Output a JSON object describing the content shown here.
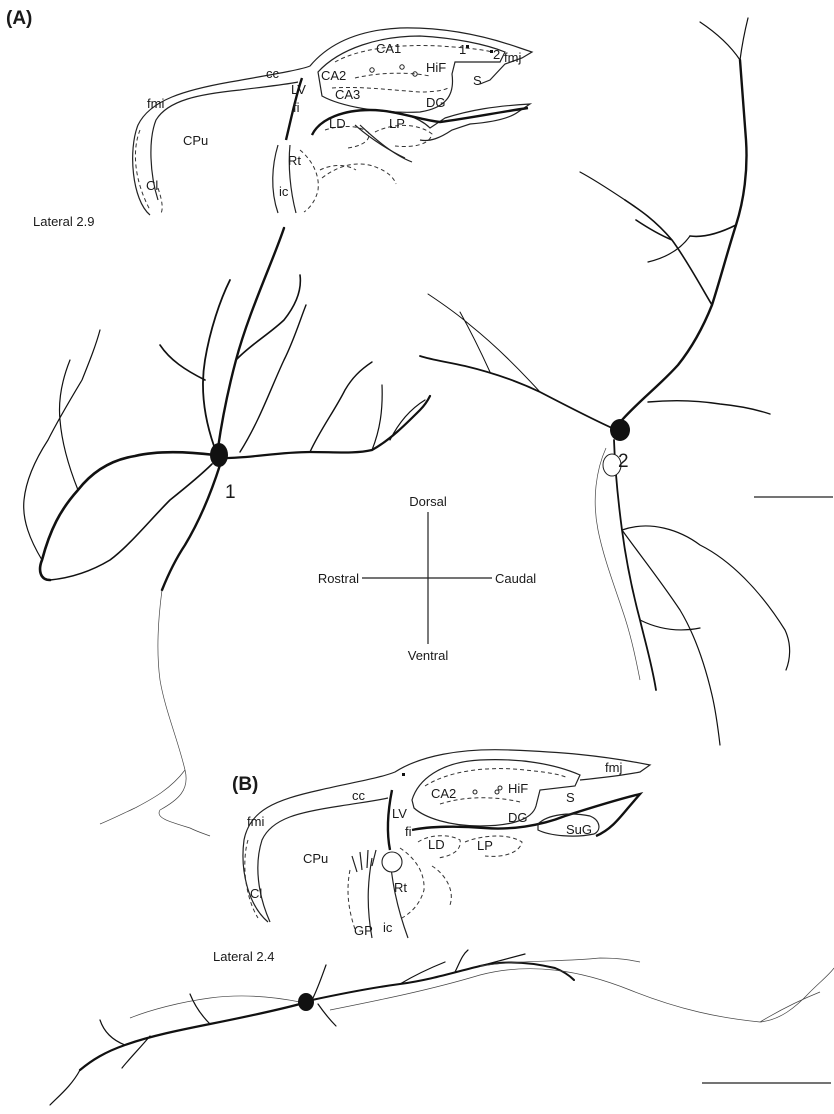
{
  "panels": {
    "a": {
      "label": "(A)",
      "section": "Lateral 2.9",
      "regions": {
        "cc": "cc",
        "fmi": "fmi",
        "cpu": "CPu",
        "cl": "Cl",
        "lv": "LV",
        "fi": "fi",
        "rt": "Rt",
        "ic": "ic",
        "ca1": "CA1",
        "ca2": "CA2",
        "ca3": "CA3",
        "hif": "HiF",
        "dg": "DG",
        "ld": "LD",
        "lp": "LP",
        "s": "S",
        "fmj": "fmj",
        "marker1": "1",
        "marker2": "2"
      },
      "cells": {
        "cell1": "1",
        "cell2": "2"
      },
      "orientation": {
        "dorsal": "Dorsal",
        "ventral": "Ventral",
        "rostral": "Rostral",
        "caudal": "Caudal"
      }
    },
    "b": {
      "label": "(B)",
      "section": "Lateral 2.4",
      "regions": {
        "cc": "cc",
        "fmi": "fmi",
        "cpu": "CPu",
        "cl": "Cl",
        "lv": "LV",
        "fi": "fi",
        "rt": "Rt",
        "ic": "ic",
        "gp": "GP",
        "ca2": "CA2",
        "hif": "HiF",
        "dg": "DG",
        "ld": "LD",
        "lp": "LP",
        "s": "S",
        "sug": "SuG",
        "fmj": "fmj"
      }
    }
  },
  "colors": {
    "ink": "#111111",
    "background": "#ffffff"
  }
}
